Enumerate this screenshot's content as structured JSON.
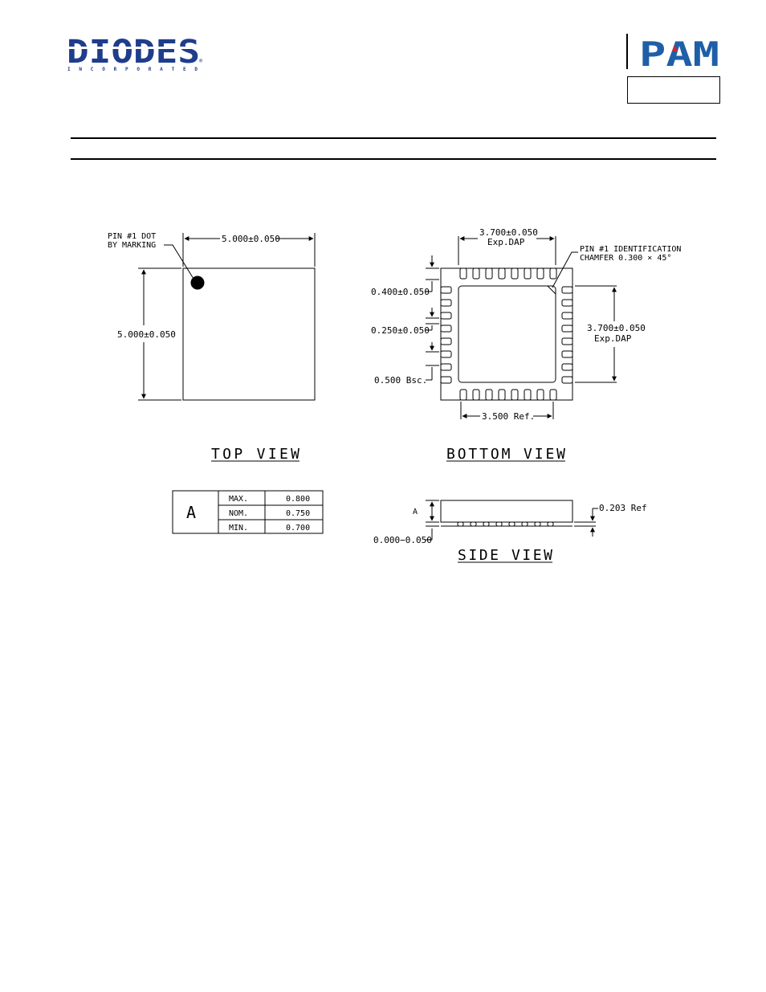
{
  "header": {
    "diodes_logo": {
      "name": "DIODES",
      "sub": "I N C O R P O R A T E D",
      "color": "#1f3d8c"
    },
    "pam_logo": {
      "text": "PAM",
      "color": "#1f5fa8",
      "accent": "#d6262c"
    }
  },
  "drawing": {
    "top_view": {
      "title": "TOP VIEW",
      "pin1_note_line1": "PIN #1 DOT",
      "pin1_note_line2": "BY MARKING",
      "width_dim": "5.000±0.050",
      "height_dim": "5.000±0.050"
    },
    "bottom_view": {
      "title": "BOTTOM VIEW",
      "dap_top_line1": "3.700±0.050",
      "dap_top_line2": "Exp.DAP",
      "chamfer_line1": "PIN #1 IDENTIFICATION",
      "chamfer_line2": "CHAMFER 0.300 × 45°",
      "pad_length": "0.400±0.050",
      "pad_width": "0.250±0.050",
      "pitch": "0.500 Bsc.",
      "dap_right_line1": "3.700±0.050",
      "dap_right_line2": "Exp.DAP",
      "ref_dim": "3.500 Ref."
    },
    "side_view": {
      "title": "SIDE VIEW",
      "a_label": "A",
      "standoff": "0.000−0.050",
      "lead_thk": "0.203 Ref"
    },
    "a_table": {
      "symbol": "A",
      "rows": [
        {
          "label": "MAX.",
          "value": "0.800"
        },
        {
          "label": "NOM.",
          "value": "0.750"
        },
        {
          "label": "MIN.",
          "value": "0.700"
        }
      ]
    }
  }
}
